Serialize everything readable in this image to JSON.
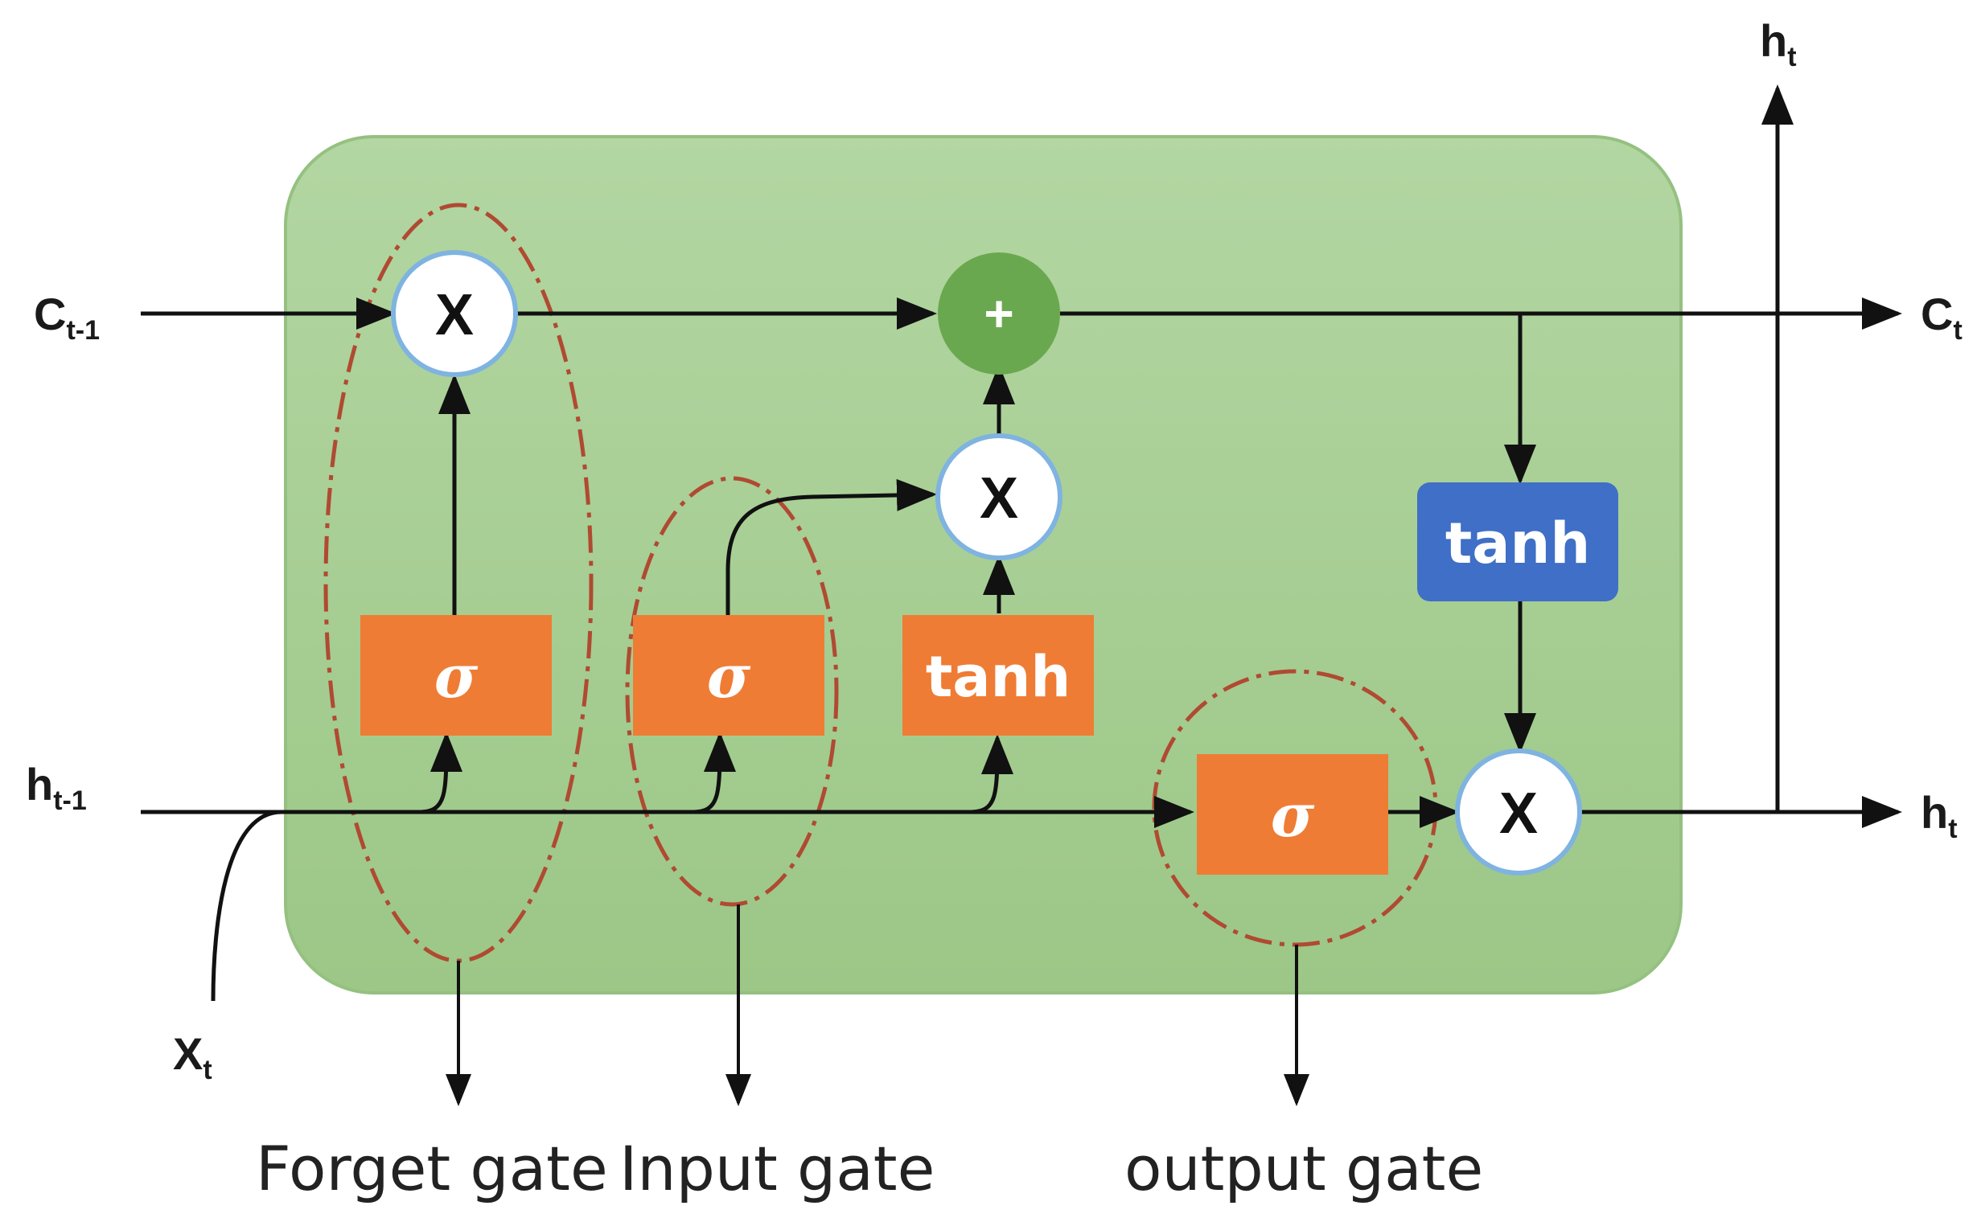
{
  "inputs": {
    "c_prev": {
      "main": "C",
      "sub": "t-1"
    },
    "h_prev": {
      "main": "h",
      "sub": "t-1"
    },
    "x_t": {
      "main": "X",
      "sub": "t"
    }
  },
  "outputs": {
    "c_t": {
      "main": "C",
      "sub": "t"
    },
    "h_t_right": {
      "main": "h",
      "sub": "t"
    },
    "h_t_top": {
      "main": "h",
      "sub": "t"
    }
  },
  "operators": {
    "multiply": "X",
    "add": "+"
  },
  "activations": {
    "sigmoid": "σ",
    "tanh": "tanh"
  },
  "gates": {
    "forget": "Forget gate",
    "input": "Input gate",
    "output": "output gate"
  },
  "colors": {
    "cell_fill": "#a9cf96",
    "activation_box": "#ef7c34",
    "tanh_output_box": "#3f6fc6",
    "add_node": "#6aa84f",
    "multiply_node_fill": "#ffffff",
    "multiply_node_ring": "#7fb3e0",
    "gate_outline": "#b04a32",
    "line": "#111111"
  }
}
